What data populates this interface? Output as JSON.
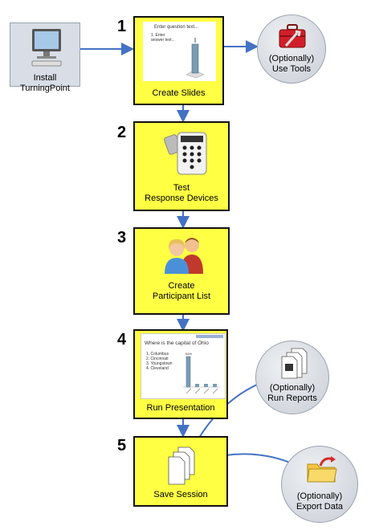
{
  "install": {
    "label": "Install TurningPoint"
  },
  "steps": [
    {
      "number": "1",
      "label_lines": [
        "Create Slides"
      ]
    },
    {
      "number": "2",
      "label_lines": [
        "Test",
        "Response Devices"
      ]
    },
    {
      "number": "3",
      "label_lines": [
        "Create",
        "Participant List"
      ]
    },
    {
      "number": "4",
      "label_lines": [
        "Run Presentation"
      ]
    },
    {
      "number": "5",
      "label_lines": [
        "Save Session"
      ]
    }
  ],
  "optional": [
    {
      "label_lines": [
        "(Optionally)",
        "Use Tools"
      ],
      "icon": "toolbox-icon"
    },
    {
      "label_lines": [
        "(Optionally)",
        "Run Reports"
      ],
      "icon": "reports-icon"
    },
    {
      "label_lines": [
        "(Optionally)",
        "Export Data"
      ],
      "icon": "folder-export-icon"
    }
  ],
  "slide1": {
    "title": "Enter question text...",
    "item": "1. Enter answer text..."
  },
  "slide4": {
    "title": "Where is the capital of  Ohio",
    "choices": [
      "1. Columbus",
      "2. Cincinnati",
      "3. Youngstown",
      "4. Cleveland"
    ],
    "bar_label": "96%"
  },
  "colors": {
    "step_fill": "#ffff44",
    "arrow": "#4472c4"
  }
}
